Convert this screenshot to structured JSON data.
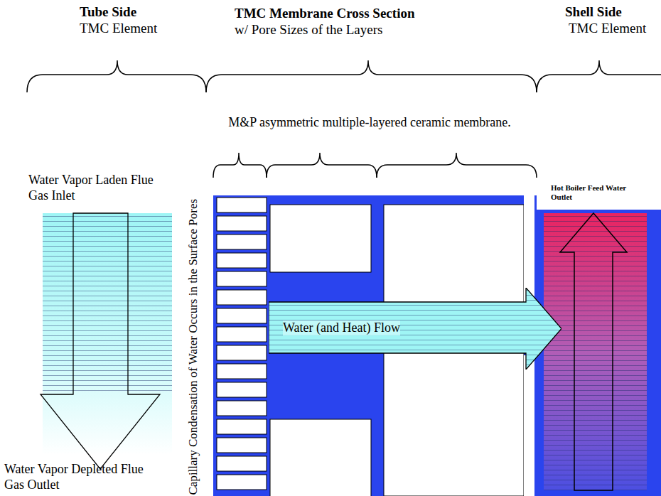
{
  "diagram": {
    "nodes": [
      {
        "text": [
          "Water (and Heat) Flow"
        ]
      }
    ],
    "labels": [
      "Tube Side",
      "TMC Element",
      "TMC Membrane Cross Section",
      "w/ Pore Sizes of the Layers",
      "Shell Side",
      "TMC Element",
      "M&P asymmetric multiple-layered ceramic membrane.",
      "Water Vapor Laden Flue Gas Inlet",
      "Hot Boiler Feed Water Outlet",
      "Capillary Condensation of Water Occurs in the Surface Pores",
      "Water Vapor Depleted Flue Gas Outlet"
    ]
  }
}
